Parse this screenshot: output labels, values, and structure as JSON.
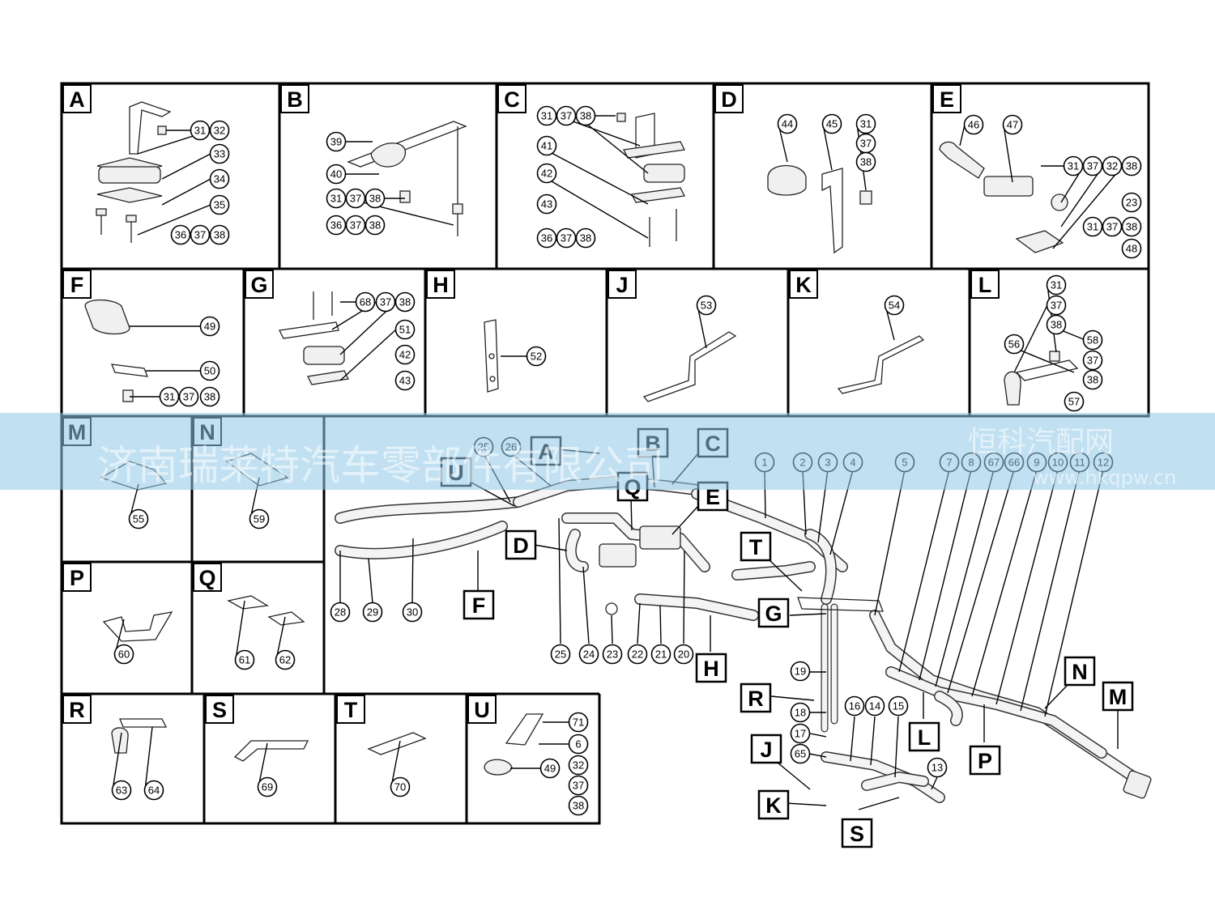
{
  "panels": [
    {
      "letter": "A",
      "labels": [
        "31",
        "32",
        "33",
        "34",
        "35",
        "36",
        "37",
        "38"
      ]
    },
    {
      "letter": "B",
      "labels": [
        "39",
        "40",
        "31",
        "37",
        "38",
        "36",
        "37",
        "38"
      ]
    },
    {
      "letter": "C",
      "labels": [
        "31",
        "37",
        "38",
        "41",
        "42",
        "43",
        "36",
        "37",
        "38"
      ]
    },
    {
      "letter": "D",
      "labels": [
        "44",
        "45",
        "31",
        "37",
        "38"
      ]
    },
    {
      "letter": "E",
      "labels": [
        "46",
        "47",
        "31",
        "37",
        "32",
        "38",
        "23",
        "31",
        "37",
        "38",
        "48"
      ]
    },
    {
      "letter": "F",
      "labels": [
        "49",
        "50",
        "31",
        "37",
        "38"
      ]
    },
    {
      "letter": "G",
      "labels": [
        "68",
        "37",
        "38",
        "51",
        "42",
        "43"
      ]
    },
    {
      "letter": "H",
      "labels": [
        "52"
      ]
    },
    {
      "letter": "J",
      "labels": [
        "53"
      ]
    },
    {
      "letter": "K",
      "labels": [
        "54"
      ]
    },
    {
      "letter": "L",
      "labels": [
        "31",
        "37",
        "38",
        "56",
        "58",
        "37",
        "38",
        "57"
      ]
    },
    {
      "letter": "M",
      "labels": [
        "55"
      ]
    },
    {
      "letter": "N",
      "labels": [
        "59"
      ]
    },
    {
      "letter": "P",
      "labels": [
        "60"
      ]
    },
    {
      "letter": "Q",
      "labels": [
        "61",
        "62"
      ]
    },
    {
      "letter": "R",
      "labels": [
        "63",
        "64"
      ]
    },
    {
      "letter": "S",
      "labels": [
        "69"
      ]
    },
    {
      "letter": "T",
      "labels": [
        "70"
      ]
    },
    {
      "letter": "U",
      "labels": [
        "71",
        "6",
        "49",
        "32",
        "37",
        "38"
      ]
    }
  ],
  "main_numbers": [
    "25",
    "26",
    "1",
    "2",
    "3",
    "4",
    "5",
    "7",
    "8",
    "67",
    "66",
    "9",
    "10",
    "11",
    "12",
    "28",
    "29",
    "30",
    "25",
    "24",
    "23",
    "22",
    "21",
    "20",
    "19",
    "18",
    "17",
    "65",
    "16",
    "14",
    "15",
    "13"
  ],
  "main_callouts": [
    "A",
    "B",
    "C",
    "U",
    "Q",
    "E",
    "D",
    "F",
    "T",
    "G",
    "H",
    "R",
    "J",
    "K",
    "S",
    "L",
    "P",
    "N",
    "M"
  ],
  "watermark": {
    "left": "济南瑞莱特汽车零部件有限公司",
    "right_top": "恒科汽配网",
    "right_bottom": "www.hkqpw.cn"
  }
}
